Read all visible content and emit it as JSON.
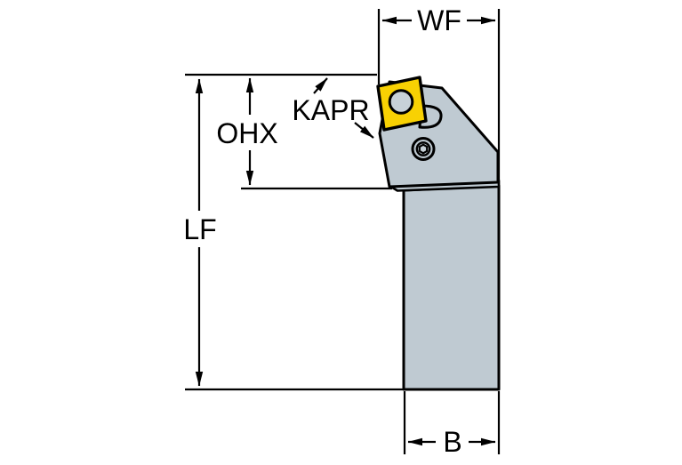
{
  "figure": {
    "title": "Tool holder dimension drawing",
    "type": "technical-drawing",
    "labels": {
      "wf": "WF",
      "kapr": "KAPR",
      "ohx": "OHX",
      "lf": "LF",
      "b": "B"
    },
    "colors": {
      "insert": "#F8D103",
      "body": "#BFCAD2",
      "hole": "#C7D1D8",
      "line": "#000000",
      "background": "#FFFFFF"
    }
  }
}
